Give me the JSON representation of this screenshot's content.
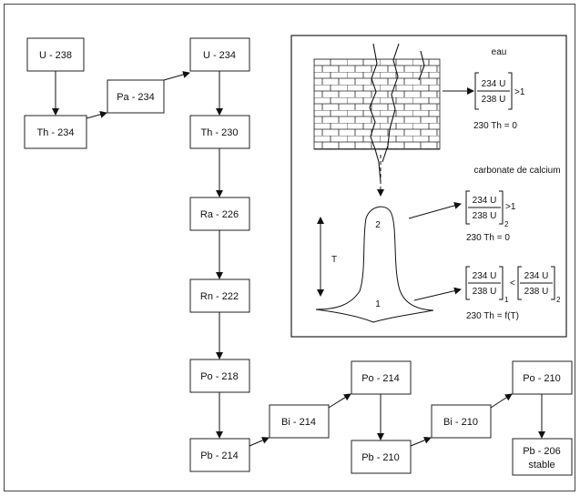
{
  "chain": [
    {
      "id": "u238",
      "label": "U - 238"
    },
    {
      "id": "th234",
      "label": "Th - 234"
    },
    {
      "id": "pa234",
      "label": "Pa - 234"
    },
    {
      "id": "u234",
      "label": "U - 234"
    },
    {
      "id": "th230",
      "label": "Th - 230"
    },
    {
      "id": "ra226",
      "label": "Ra - 226"
    },
    {
      "id": "rn222",
      "label": "Rn - 222"
    },
    {
      "id": "po218",
      "label": "Po - 218"
    },
    {
      "id": "pb214",
      "label": "Pb - 214"
    },
    {
      "id": "bi214",
      "label": "Bi - 214"
    },
    {
      "id": "po214",
      "label": "Po - 214"
    },
    {
      "id": "pb210",
      "label": "Pb - 210"
    },
    {
      "id": "bi210",
      "label": "Bi - 210"
    },
    {
      "id": "po210",
      "label": "Po - 210"
    },
    {
      "id": "pb206",
      "label": "Pb - 206",
      "label2": "stable"
    }
  ],
  "inset": {
    "water_label": "eau",
    "carbonate_label": "carbonate de calcium",
    "ratio_num": "234 U",
    "ratio_den": "238 U",
    "gt_one": ">1",
    "lt_sign": "<",
    "sub_1": "1",
    "sub_2": "2",
    "th_zero": "230 Th = 0",
    "th_zero_2": "230 Th = 0",
    "th_ft": "230 Th = f(T)",
    "axis_t": "T",
    "point_1": "1",
    "point_2": "2"
  }
}
